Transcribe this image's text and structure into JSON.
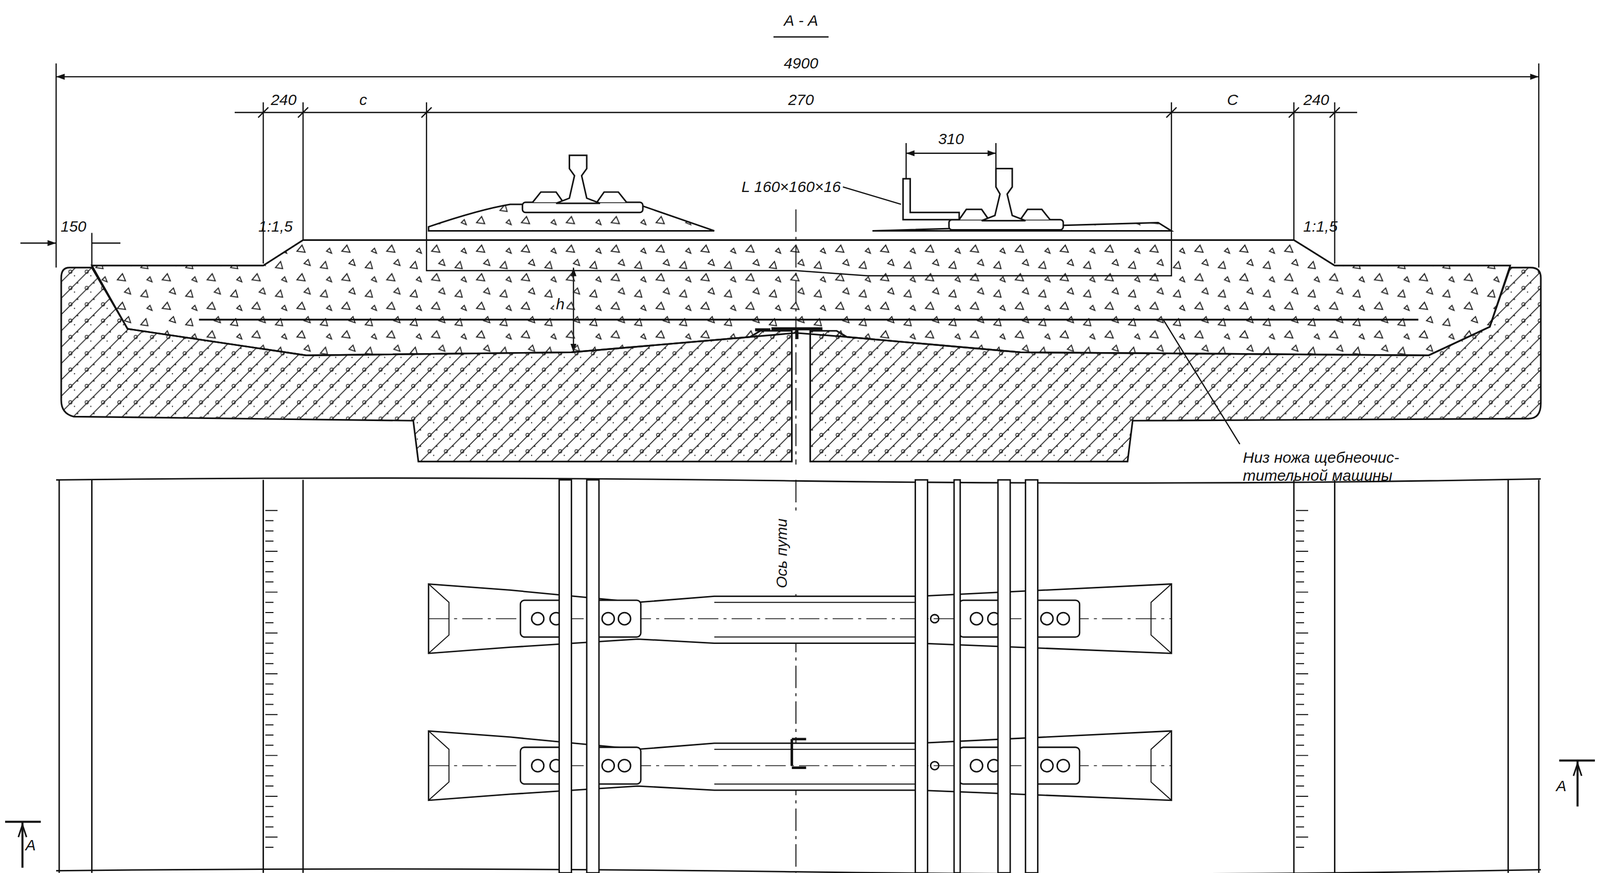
{
  "diagram": {
    "title": "А - А",
    "labels": [
      "4900",
      "240",
      "с",
      "270",
      "С",
      "240",
      "310",
      "L 160×160×16",
      "150",
      "1:1,5",
      "1:1,5",
      "h",
      "Низ ножа щебнеочис- тительной машины",
      "Ось пути",
      "А",
      "А"
    ]
  }
}
